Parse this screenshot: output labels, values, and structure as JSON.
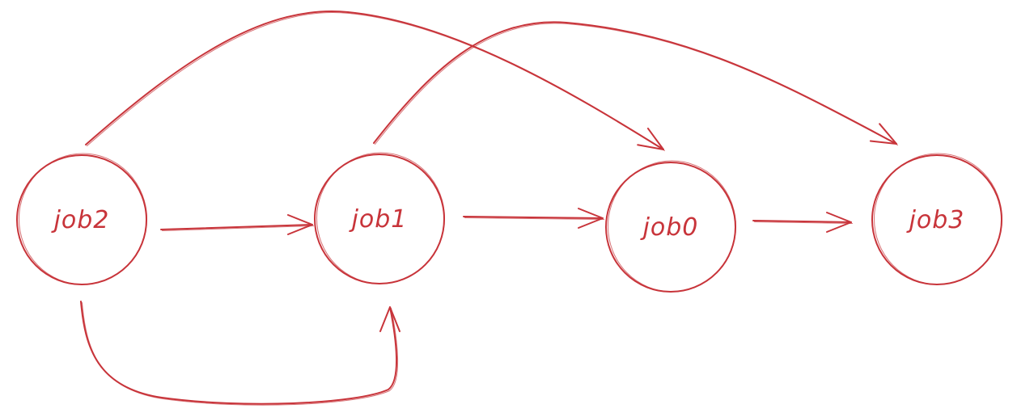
{
  "diagram": {
    "stroke_color": "#c8343a",
    "nodes": [
      {
        "id": "job2",
        "label": "job2"
      },
      {
        "id": "job1",
        "label": "job1"
      },
      {
        "id": "job0",
        "label": "job0"
      },
      {
        "id": "job3",
        "label": "job3"
      }
    ],
    "edges": [
      {
        "from": "job2",
        "to": "job1"
      },
      {
        "from": "job1",
        "to": "job0"
      },
      {
        "from": "job0",
        "to": "job3"
      },
      {
        "from": "job2",
        "to": "job0"
      },
      {
        "from": "job1",
        "to": "job3"
      },
      {
        "from": "job2",
        "to": "job1"
      }
    ]
  }
}
